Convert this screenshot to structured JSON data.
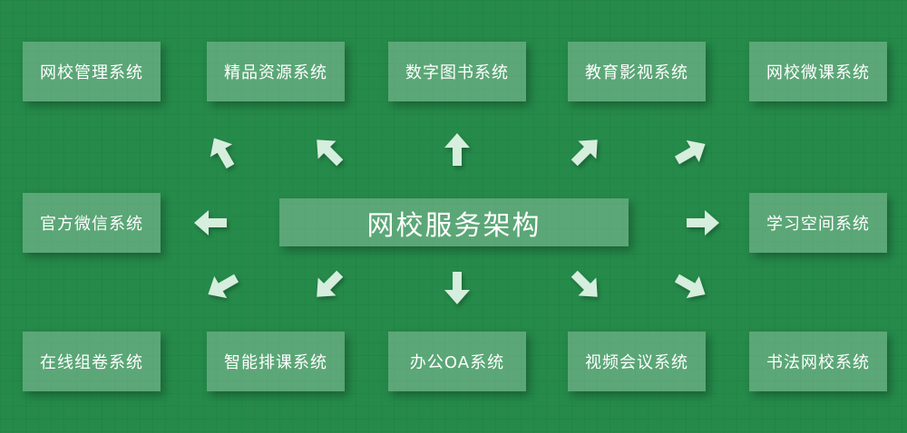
{
  "center": {
    "label": "网校服务架构"
  },
  "row_top": [
    {
      "label": "网校管理系统"
    },
    {
      "label": "精品资源系统"
    },
    {
      "label": "数字图书系统"
    },
    {
      "label": "教育影视系统"
    },
    {
      "label": "网校微课系统"
    }
  ],
  "row_middle": [
    {
      "label": "官方微信系统"
    },
    {
      "label": "学习空间系统"
    }
  ],
  "row_bottom": [
    {
      "label": "在线组卷系统"
    },
    {
      "label": "智能排课系统"
    },
    {
      "label": "办公OA系统"
    },
    {
      "label": "视频会议系统"
    },
    {
      "label": "书法网校系统"
    }
  ],
  "arrows": [
    {
      "name": "arrow-to-wangxiao-guanli",
      "direction_deg": -30
    },
    {
      "name": "arrow-to-jingpin-ziyuan",
      "direction_deg": -45
    },
    {
      "name": "arrow-to-shuzi-tushu",
      "direction_deg": 0
    },
    {
      "name": "arrow-to-jiaoyu-yingshi",
      "direction_deg": 45
    },
    {
      "name": "arrow-to-wangxiao-weike",
      "direction_deg": 60
    },
    {
      "name": "arrow-to-guanfang-weixin",
      "direction_deg": -90
    },
    {
      "name": "arrow-to-xuexi-kongjian",
      "direction_deg": 90
    },
    {
      "name": "arrow-to-zaixian-zujuan",
      "direction_deg": -120
    },
    {
      "name": "arrow-to-zhineng-paike",
      "direction_deg": -135
    },
    {
      "name": "arrow-to-bangong-oa",
      "direction_deg": 180
    },
    {
      "name": "arrow-to-shipin-huiyi",
      "direction_deg": 135
    },
    {
      "name": "arrow-to-shufa-wangxiao",
      "direction_deg": 120
    }
  ],
  "colors": {
    "background": "#258a4a",
    "box_fill": "rgba(255,255,255,0.25)",
    "arrow_fill": "#d6eedd",
    "text": "#ffffff"
  }
}
